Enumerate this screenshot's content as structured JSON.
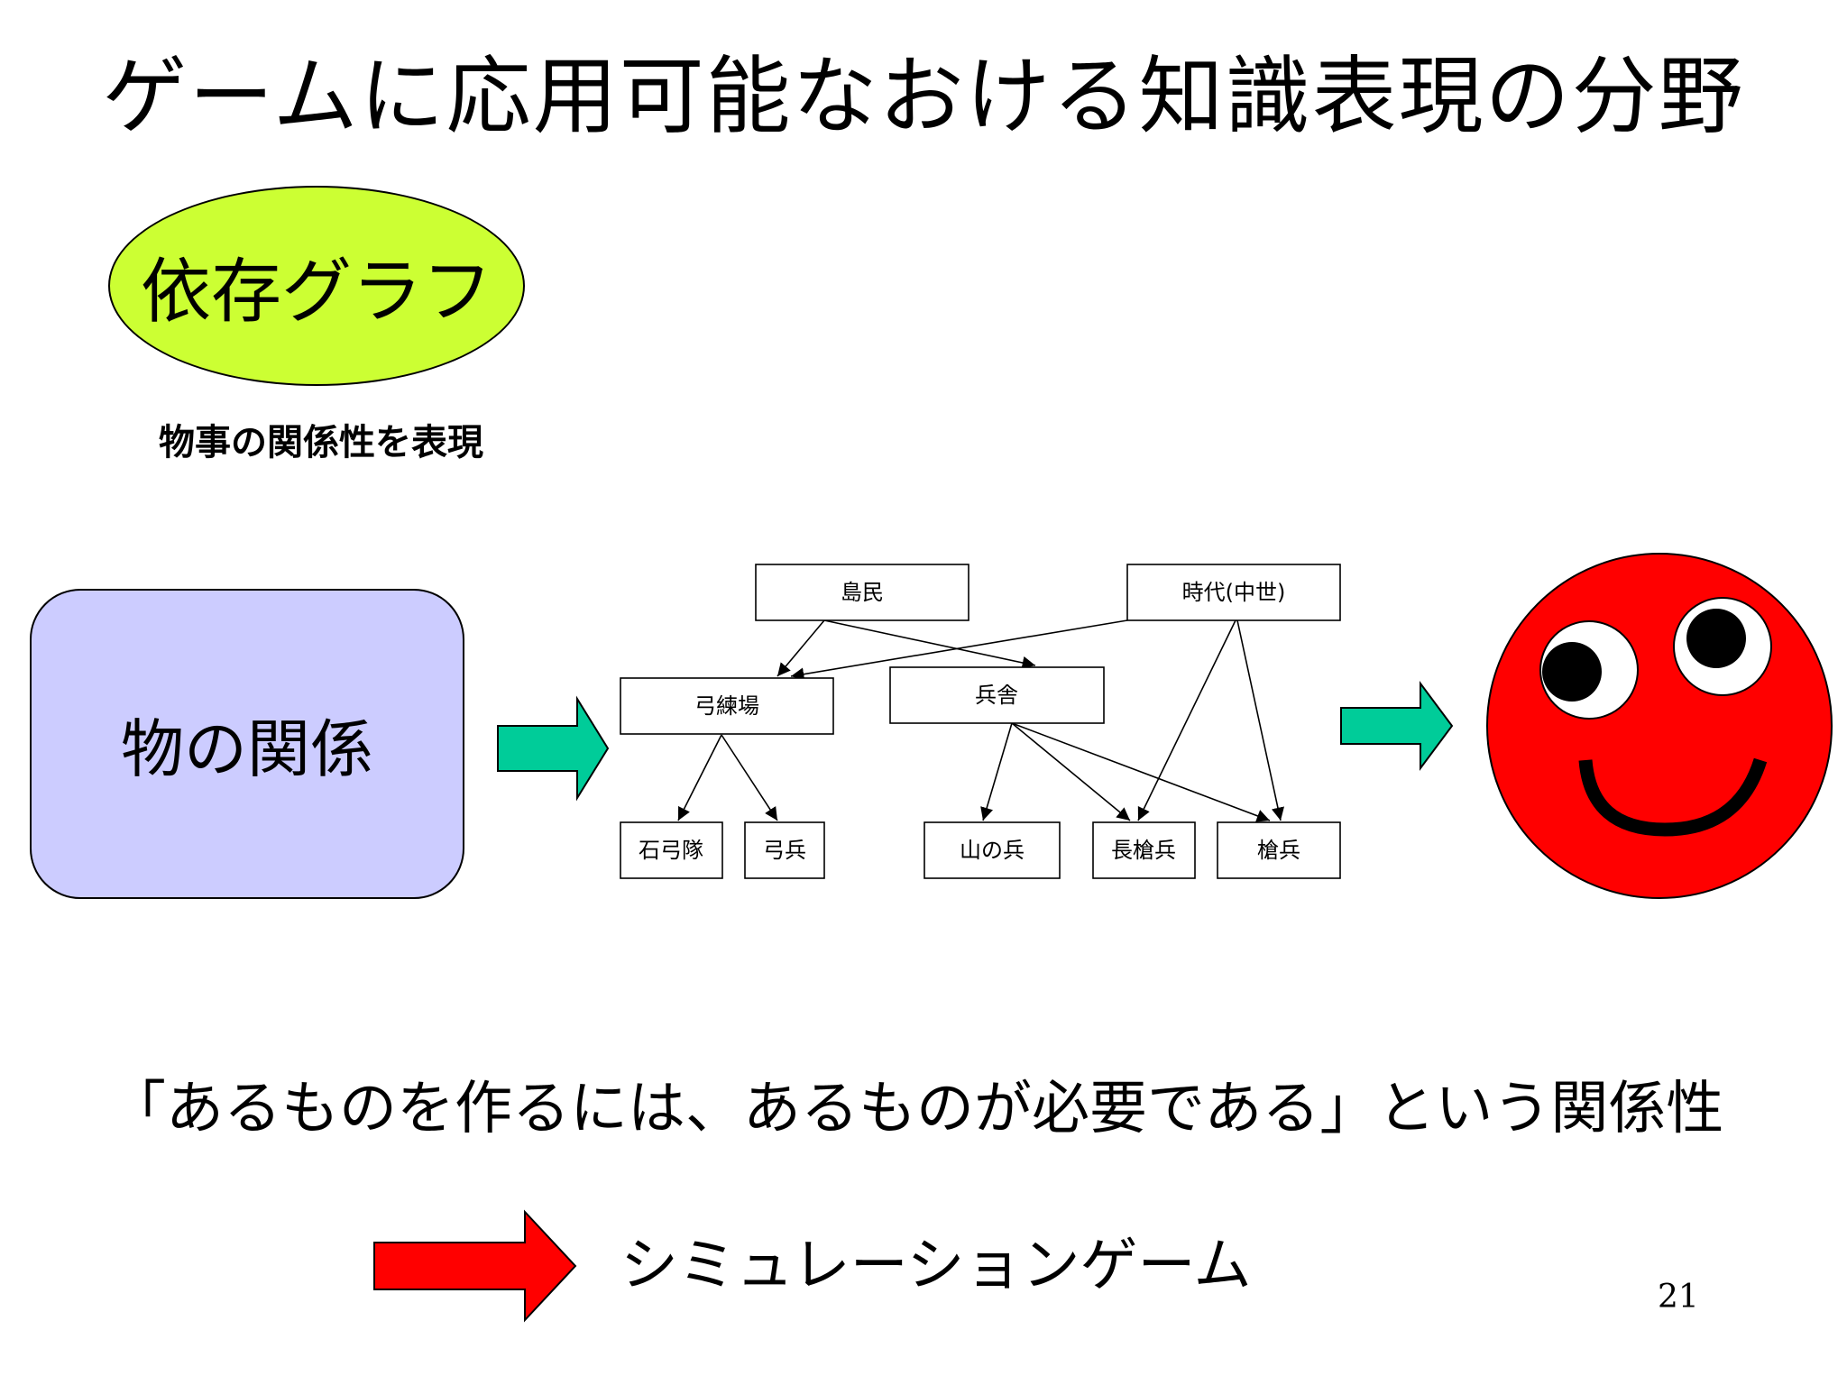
{
  "slide": {
    "title": "ゲームに応用可能なおける知識表現の分野",
    "tag": "依存グラフ",
    "tag_caption": "物事の関係性を表現",
    "relation_box": "物の関係",
    "statement": "「あるものを作るには、あるものが必要である」という関係性",
    "result_label": "シミュレーションゲーム",
    "page_number": "21"
  },
  "graph": {
    "nodes": {
      "shimamin": "島民",
      "jidai": "時代(中世)",
      "kyurenjo": "弓練場",
      "heisha": "兵舎",
      "sekkyutai": "石弓隊",
      "kyuhei": "弓兵",
      "yamanohei": "山の兵",
      "chosohei": "長槍兵",
      "sohei": "槍兵"
    }
  },
  "colors": {
    "tag_fill": "#ccff33",
    "relation_fill": "#ccccff",
    "arrow_green": "#00cc99",
    "arrow_red": "#ff0000",
    "face_red": "#ff0000"
  },
  "icons": {
    "face": "smiley-face-icon",
    "arrow": "block-arrow-right-icon"
  }
}
